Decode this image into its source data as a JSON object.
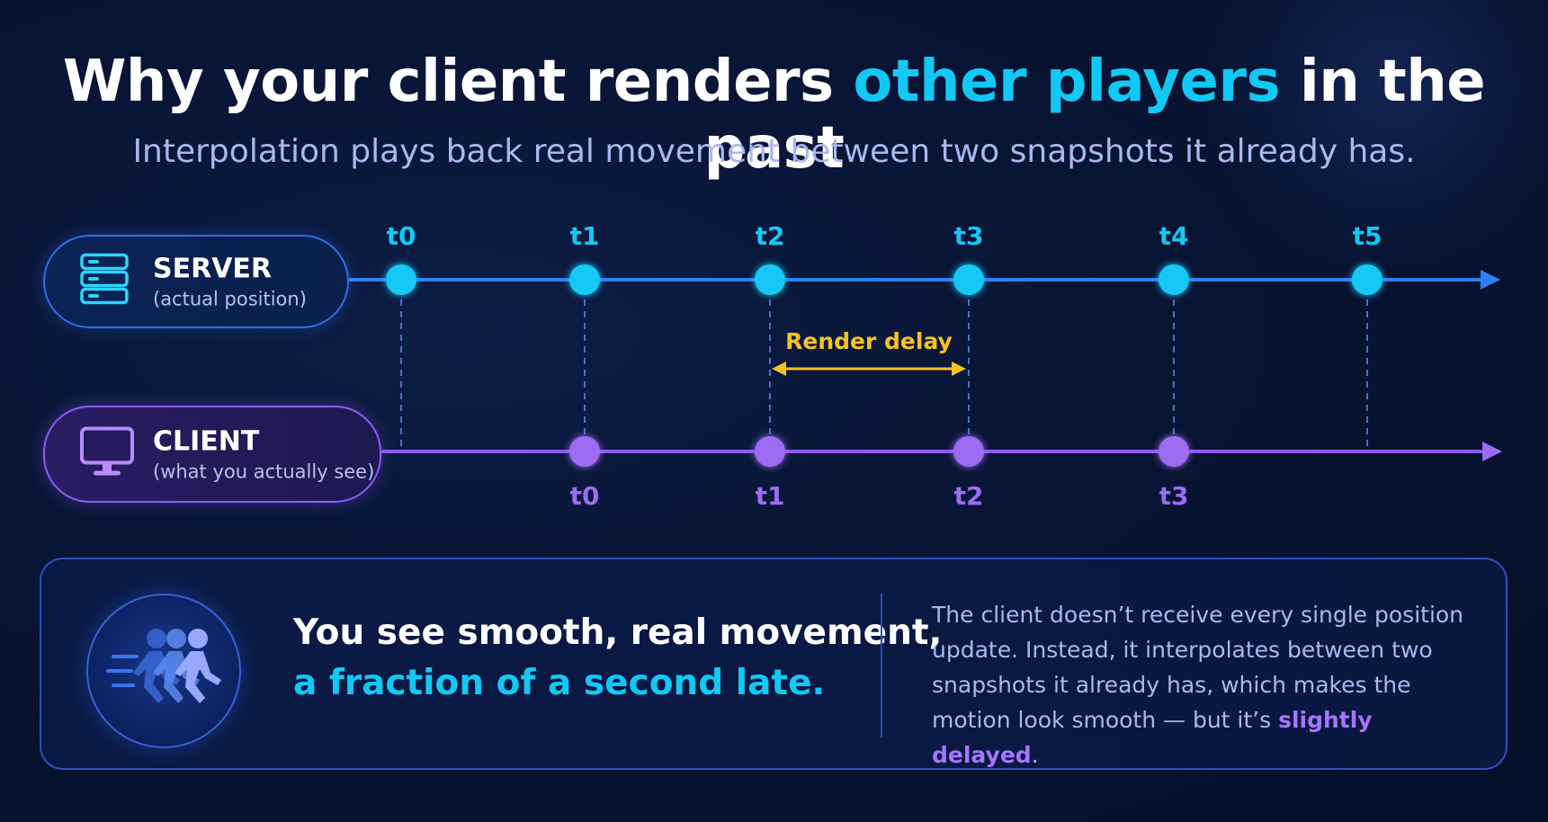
{
  "title": {
    "prefix": "Why your client renders",
    "highlight": "other players",
    "suffix": "in the past"
  },
  "subtitle": "Interpolation plays back real movement between two snapshots it already has.",
  "server": {
    "title": "SERVER",
    "subtitle": "(actual position)",
    "icon": "server-icon"
  },
  "client": {
    "title": "CLIENT",
    "subtitle": "(what you actually see)",
    "icon": "monitor-icon"
  },
  "server_ticks": [
    "t0",
    "t1",
    "t2",
    "t3",
    "t4",
    "t5"
  ],
  "client_ticks": [
    "t0",
    "t1",
    "t2",
    "t3"
  ],
  "render_delay_label": "Render delay",
  "headline": {
    "line1": "You see smooth, real movement,",
    "line2": "a fraction of a second late."
  },
  "body": {
    "text": "The client doesn’t receive every single position update. Instead, it interpolates between two snapshots it already has, which makes the motion look smooth — but it’s",
    "emphasis": "slightly delayed",
    "end": "."
  },
  "colors": {
    "server": "#12c8f5",
    "server_line": "#2f7ff0",
    "client": "#9d6bf2",
    "delay": "#f7c21f",
    "highlight": "#12c8f5"
  }
}
